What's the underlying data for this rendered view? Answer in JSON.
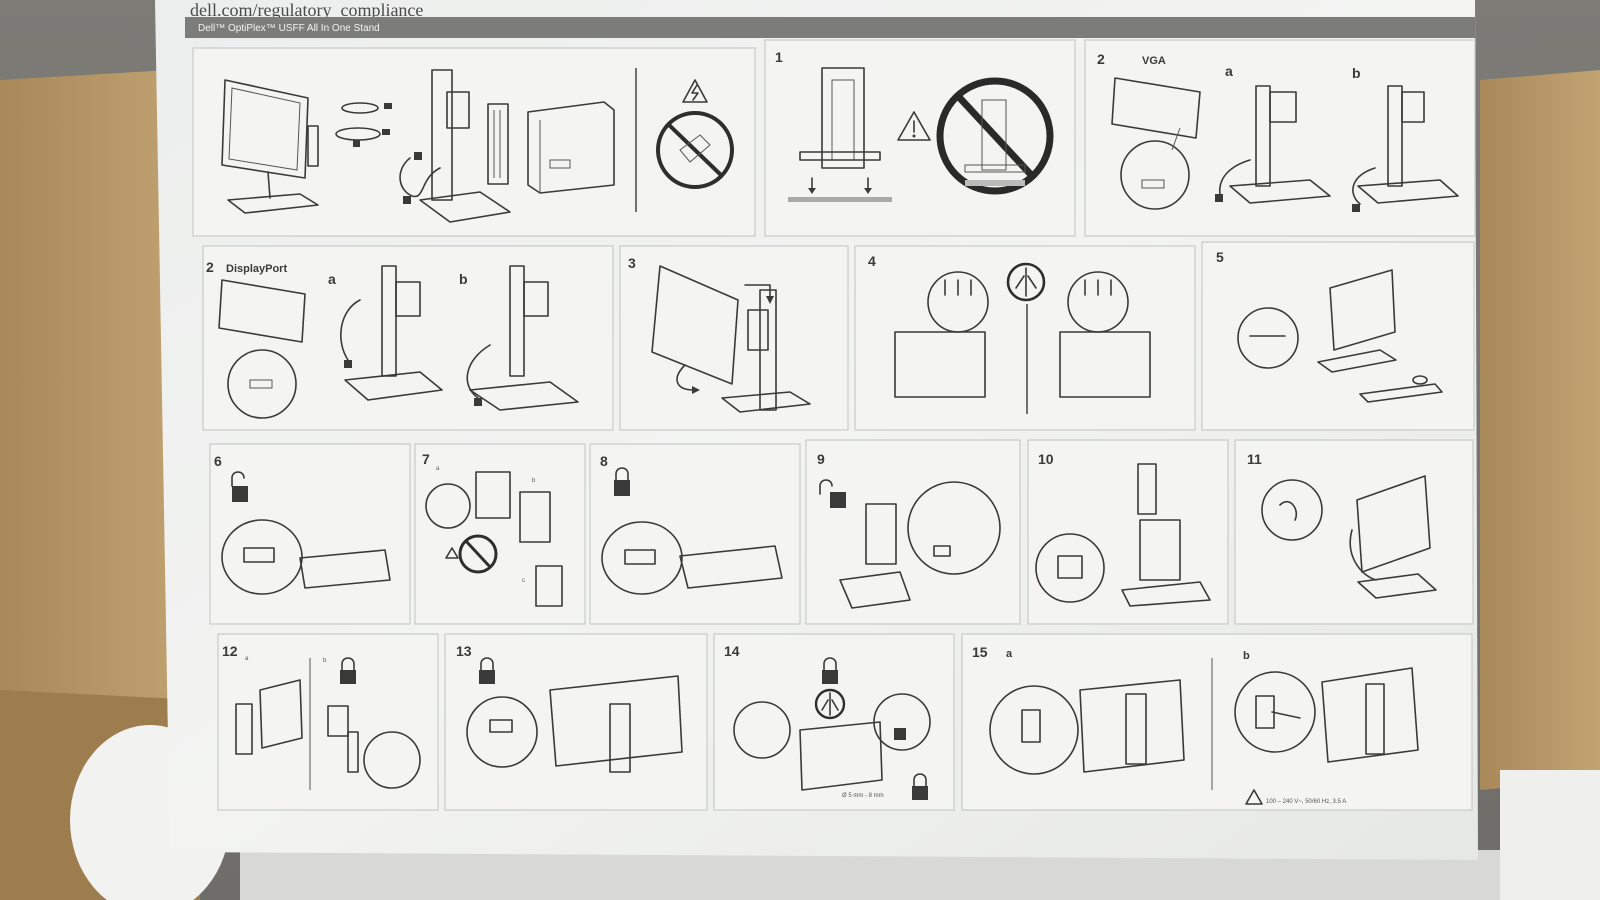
{
  "sheet": {
    "url": "dell.com/regulatory_compliance",
    "product_band": "Dell™ OptiPlex™ USFF All In One Stand"
  },
  "steps": {
    "s1": "1",
    "s2vga": "2",
    "s2dp": "2",
    "s3": "3",
    "s4": "4",
    "s5": "5",
    "s6": "6",
    "s7": "7",
    "s8": "8",
    "s9": "9",
    "s10": "10",
    "s11": "11",
    "s12": "12",
    "s13": "13",
    "s14": "14",
    "s15": "15"
  },
  "labels": {
    "vga": "VGA",
    "displayport": "DisplayPort",
    "a": "a",
    "b": "b",
    "c": "c",
    "lock_size": "Ø 5 mm - 8 mm",
    "power_rating": "100 – 240 V~, 50/60 Hz, 3.5 A"
  },
  "colors": {
    "paper": "#f4f5f3",
    "band": "#7c7d7b",
    "cardboard": "#b99a66",
    "ink": "#3a3a3a"
  }
}
